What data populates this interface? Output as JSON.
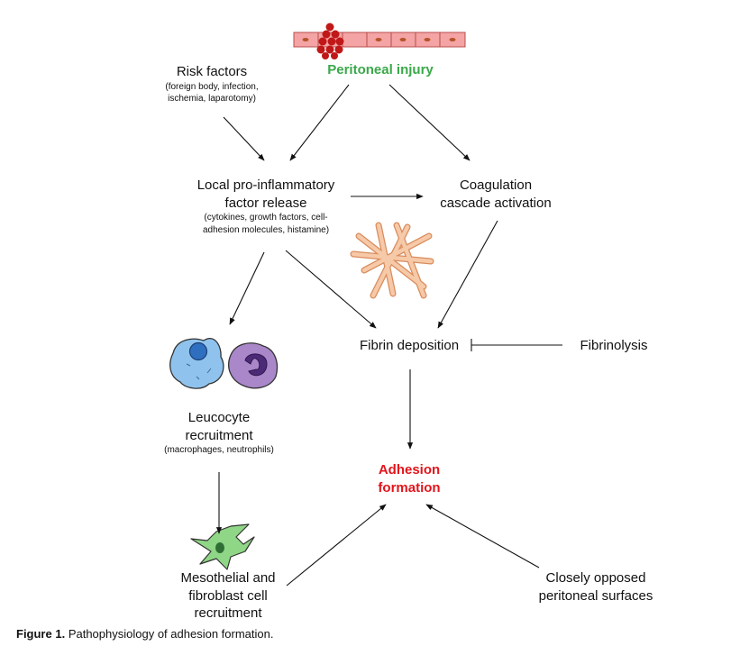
{
  "nodes": {
    "peritoneal_injury": "Peritoneal injury",
    "risk_factors": {
      "title": "Risk factors",
      "detail_line1": "(foreign body, infection,",
      "detail_line2": "ischemia, laparotomy)"
    },
    "local_release": {
      "line1": "Local pro-inflammatory",
      "line2": "factor release",
      "detail_line1": "(cytokines, growth factors, cell-",
      "detail_line2": "adhesion molecules, histamine)"
    },
    "coagulation": {
      "line1": "Coagulation",
      "line2": "cascade activation"
    },
    "fibrin_deposition": "Fibrin deposition",
    "fibrinolysis": "Fibrinolysis",
    "leucocyte": {
      "line1": "Leucocyte",
      "line2": "recruitment",
      "detail": "(macrophages, neutrophils)"
    },
    "adhesion_formation": {
      "line1": "Adhesion",
      "line2": "formation"
    },
    "mesothelial": {
      "line1": "Mesothelial and",
      "line2": "fibroblast cell",
      "line3": "recruitment"
    },
    "opposed_surfaces": {
      "line1": "Closely opposed",
      "line2": "peritoneal surfaces"
    }
  },
  "caption": {
    "label": "Figure 1.",
    "text": "Pathophysiology of adhesion formation."
  },
  "colors": {
    "injury_text": "#3aa84a",
    "adhesion_text": "#e3141b",
    "epithelium_fill": "#f4a4a4",
    "nucleus": "#b5532a",
    "blood_cells": "#c01818",
    "macrophage": "#8fc3ee",
    "neutrophil": "#a987c9",
    "fibrin": "#f2b891",
    "fibroblast": "#8fd686"
  },
  "icons": [
    "epithelium-with-blood-icon",
    "fibrin-mesh-icon",
    "macrophage-icon",
    "neutrophil-icon",
    "fibroblast-icon"
  ]
}
